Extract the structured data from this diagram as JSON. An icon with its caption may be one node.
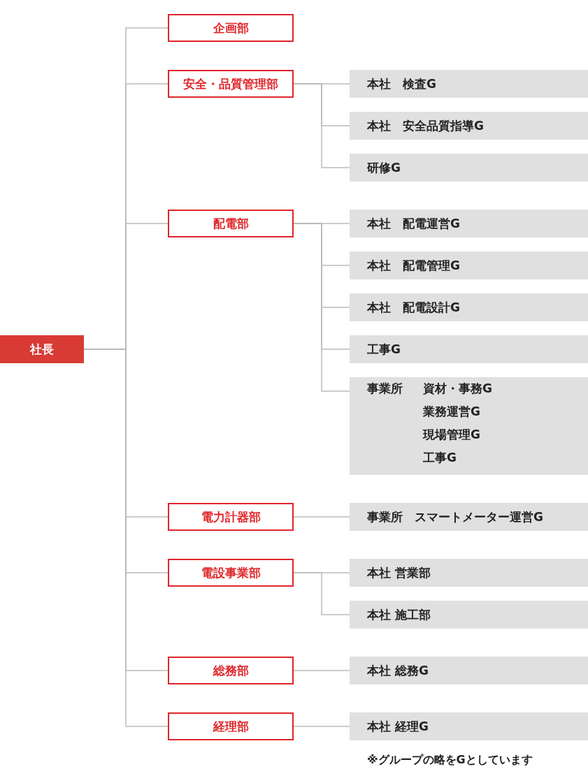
{
  "diagram": {
    "nodes": [
      {
        "text": [
          "社長"
        ]
      },
      {
        "text": [
          "企画部"
        ]
      },
      {
        "text": [
          "安全・品質管理部"
        ]
      },
      {
        "text": [
          "配電部"
        ]
      },
      {
        "text": [
          "電力計器部"
        ]
      },
      {
        "text": [
          "電設事業部"
        ]
      },
      {
        "text": [
          "総務部"
        ]
      },
      {
        "text": [
          "経理部"
        ]
      },
      {
        "text": [
          "本社　検査G"
        ]
      },
      {
        "text": [
          "本社　安全品質指導G"
        ]
      },
      {
        "text": [
          "研修G"
        ]
      },
      {
        "text": [
          "本社　配電運営G"
        ]
      },
      {
        "text": [
          "本社　配電管理G"
        ]
      },
      {
        "text": [
          "本社　配電設計G"
        ]
      },
      {
        "text": [
          "工事G"
        ]
      },
      {
        "text": [
          "事業所",
          "資材・事務G",
          "業務運営G",
          "現場管理G",
          "工事G"
        ]
      },
      {
        "text": [
          "事業所　スマートメーター運営G"
        ]
      },
      {
        "text": [
          "本社 営業部"
        ]
      },
      {
        "text": [
          "本社 施工部"
        ]
      },
      {
        "text": [
          "本社 総務G"
        ]
      },
      {
        "text": [
          "本社 経理G"
        ]
      }
    ],
    "edges": [
      {
        "from": 0,
        "to": 1,
        "arrow": "none"
      },
      {
        "from": 0,
        "to": 2,
        "arrow": "none"
      },
      {
        "from": 0,
        "to": 3,
        "arrow": "none"
      },
      {
        "from": 0,
        "to": 4,
        "arrow": "none"
      },
      {
        "from": 0,
        "to": 5,
        "arrow": "none"
      },
      {
        "from": 0,
        "to": 6,
        "arrow": "none"
      },
      {
        "from": 0,
        "to": 7,
        "arrow": "none"
      },
      {
        "from": 2,
        "to": 8,
        "arrow": "none"
      },
      {
        "from": 2,
        "to": 9,
        "arrow": "none"
      },
      {
        "from": 2,
        "to": 10,
        "arrow": "none"
      },
      {
        "from": 3,
        "to": 11,
        "arrow": "none"
      },
      {
        "from": 3,
        "to": 12,
        "arrow": "none"
      },
      {
        "from": 3,
        "to": 13,
        "arrow": "none"
      },
      {
        "from": 3,
        "to": 14,
        "arrow": "none"
      },
      {
        "from": 3,
        "to": 15,
        "arrow": "none"
      },
      {
        "from": 4,
        "to": 16,
        "arrow": "none"
      },
      {
        "from": 5,
        "to": 17,
        "arrow": "none"
      },
      {
        "from": 5,
        "to": 18,
        "arrow": "none"
      },
      {
        "from": 6,
        "to": 19,
        "arrow": "none"
      },
      {
        "from": 7,
        "to": 20,
        "arrow": "none"
      }
    ],
    "labels": [
      "※グループの略をGとしています"
    ]
  }
}
